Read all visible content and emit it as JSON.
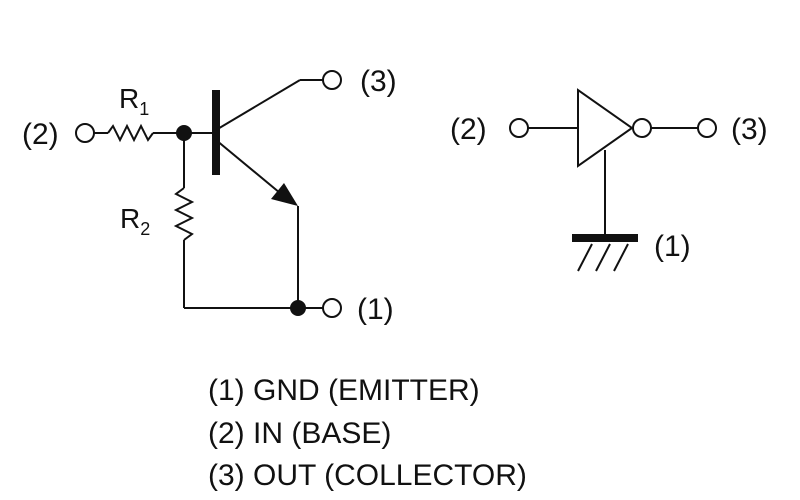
{
  "pins": {
    "transistor": {
      "in": "(2)",
      "out": "(3)",
      "gnd": "(1)"
    },
    "logic": {
      "in": "(2)",
      "out": "(3)",
      "gnd": "(1)"
    }
  },
  "resistors": {
    "r1": {
      "letter": "R",
      "index": "1"
    },
    "r2": {
      "letter": "R",
      "index": "2"
    }
  },
  "legend": [
    "(1) GND (EMITTER)",
    "(2) IN (BASE)",
    "(3) OUT (COLLECTOR)"
  ],
  "colors": {
    "ink": "#111111",
    "background": "#ffffff"
  }
}
